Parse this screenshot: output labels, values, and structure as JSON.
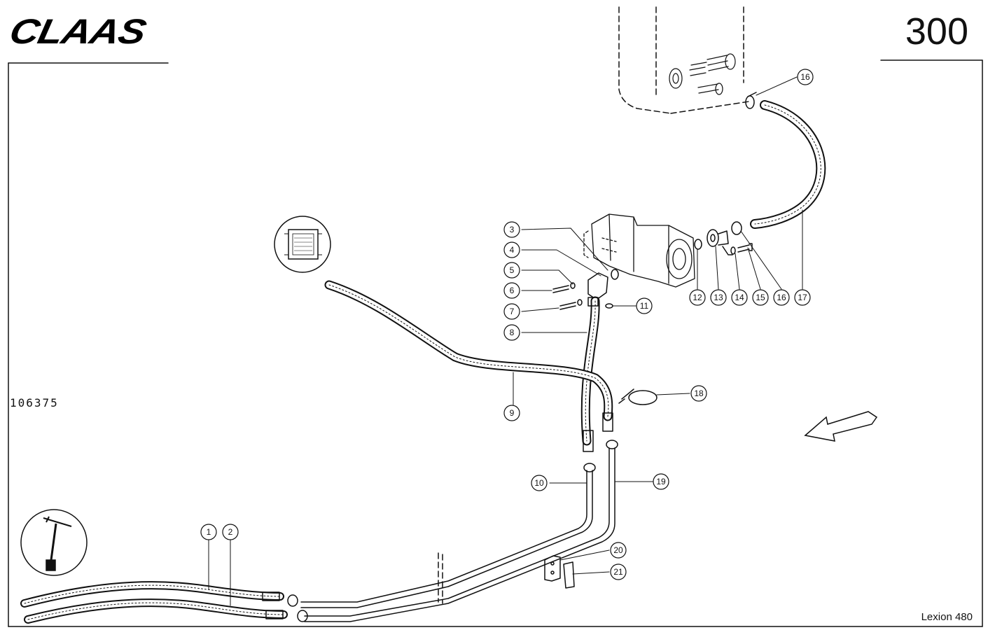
{
  "header": {
    "brand": "CLAAS",
    "page_number": "300"
  },
  "footer": {
    "drawing_number": "106375",
    "model": "Lexion 480"
  },
  "callouts": [
    "1",
    "2",
    "3",
    "4",
    "5",
    "6",
    "7",
    "8",
    "9",
    "10",
    "11",
    "12",
    "13",
    "14",
    "15",
    "16",
    "16",
    "17",
    "18",
    "19",
    "20",
    "21"
  ],
  "colors": {
    "line": "#111111",
    "background": "#ffffff"
  },
  "icons": [
    "radiator-icon",
    "dipstick-icon",
    "direction-arrow-icon"
  ]
}
